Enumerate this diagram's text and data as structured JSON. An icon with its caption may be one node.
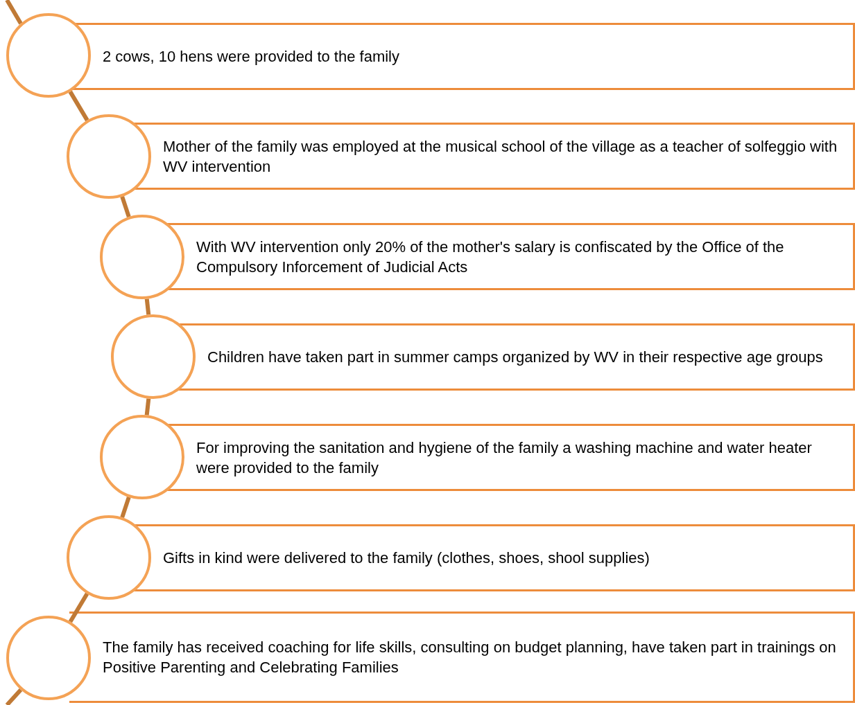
{
  "diagram": {
    "nodes": [
      {
        "text": [],
        "shape": "circle"
      },
      {
        "text": [
          "2 cows, 10 hens were provided to the family"
        ]
      },
      {
        "text": [],
        "shape": "circle"
      },
      {
        "text": [
          "Mother of the family was employed at the musical school of the village as a teacher of solfeggio with WV intervention"
        ]
      },
      {
        "text": [],
        "shape": "circle"
      },
      {
        "text": [
          "With WV intervention only 20% of the mother's salary is confiscated by the Office of the Compulsory Inforcement of Judicial Acts"
        ]
      },
      {
        "text": [],
        "shape": "circle"
      },
      {
        "text": [
          "Children have taken part in summer camps organized by WV in their respective age groups"
        ]
      },
      {
        "text": [],
        "shape": "circle"
      },
      {
        "text": [
          "For improving the sanitation and hygiene of the family a washing machine and water heater were provided to the family"
        ]
      },
      {
        "text": [],
        "shape": "circle"
      },
      {
        "text": [
          "Gifts in kind were delivered to the family (clothes, shoes, shool supplies)"
        ]
      },
      {
        "text": [],
        "shape": "circle"
      },
      {
        "text": [
          "The family has received coaching for life skills, consulting on budget planning, have taken part in trainings on Positive Parenting and  Celebrating Families"
        ]
      }
    ],
    "edges": [
      {
        "from": 0,
        "to": 2,
        "arrow": "none"
      },
      {
        "from": 2,
        "to": 4,
        "arrow": "none"
      },
      {
        "from": 4,
        "to": 6,
        "arrow": "none"
      },
      {
        "from": 6,
        "to": 8,
        "arrow": "none"
      },
      {
        "from": 8,
        "to": 10,
        "arrow": "none"
      },
      {
        "from": 10,
        "to": 12,
        "arrow": "none"
      }
    ]
  }
}
